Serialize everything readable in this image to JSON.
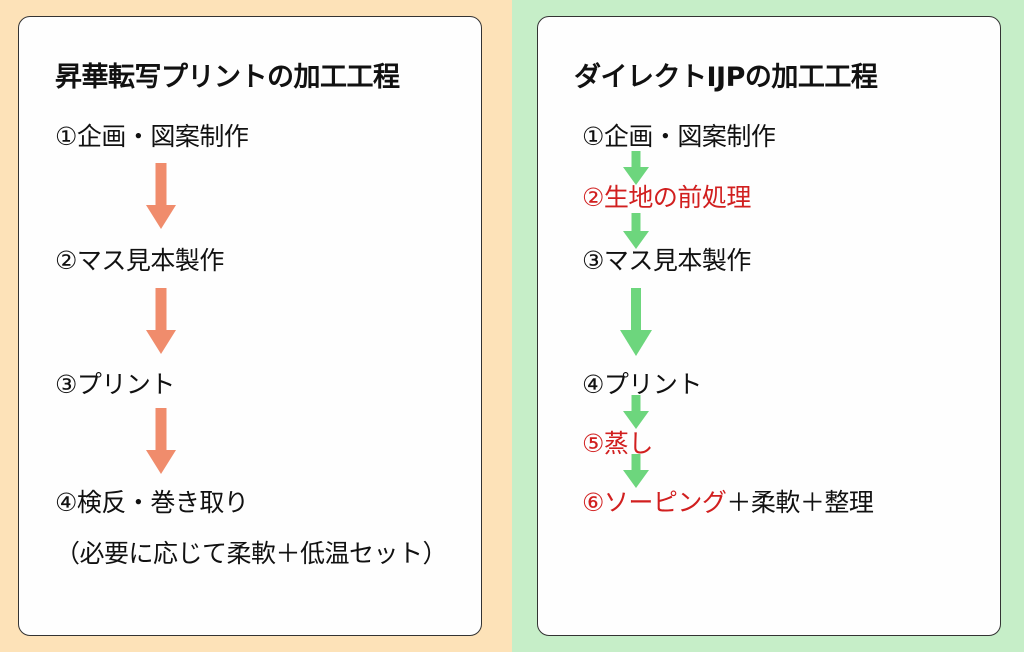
{
  "left_panel": {
    "title": "昇華転写プリントの加工工程",
    "steps": [
      "①企画・図案制作",
      "②マス見本製作",
      "③プリント",
      "④検反・巻き取り"
    ],
    "note": "（必要に応じて柔軟＋低温セット）"
  },
  "right_panel": {
    "title": "ダイレクトIJPの加工工程",
    "steps": [
      "①企画・図案制作",
      "②生地の前処理",
      "③マス見本製作",
      "④プリント",
      "⑤蒸し"
    ],
    "step6_highlight": "⑥ソーピング",
    "step6_rest": "＋柔軟＋整理"
  },
  "colors": {
    "left_background": "#fde2b8",
    "right_background": "#c6eec8",
    "left_arrow": "#f08c6c",
    "right_arrow": "#6dd67d",
    "highlight_text": "#d11f1f"
  }
}
